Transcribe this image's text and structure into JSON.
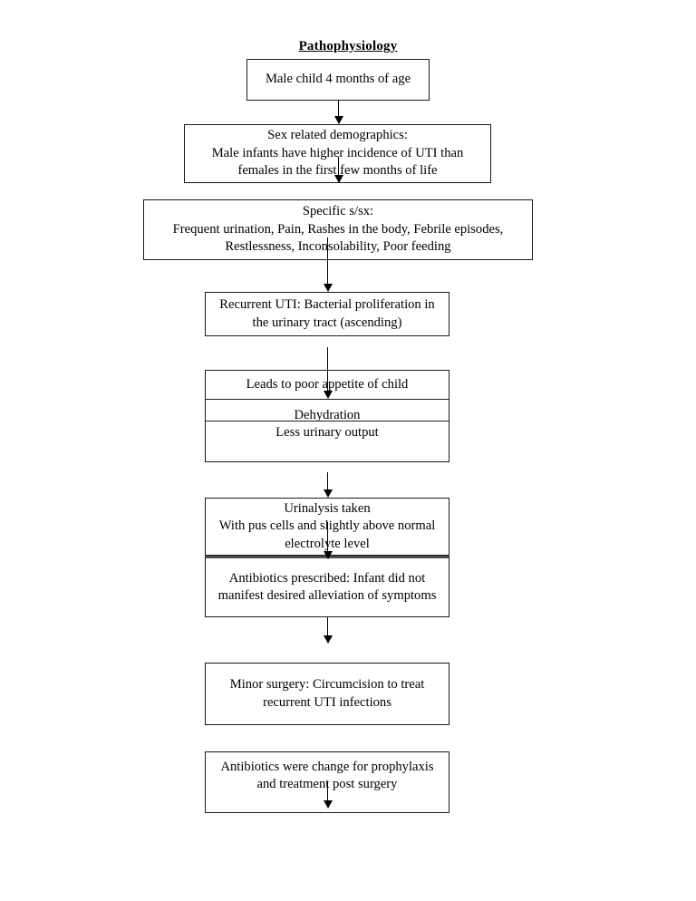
{
  "title": "Pathophysiology",
  "diagram": {
    "type": "flowchart",
    "orientation": "top-to-bottom",
    "nodes": [
      {
        "id": "node-patient",
        "name": "node-male-child",
        "text": "Male child 4 months of age"
      },
      {
        "id": "node-demographics",
        "name": "node-sex-related-demographics",
        "text": "Sex related demographics:\nMale infants have higher incidence of UTI than\nfemales in the first few months of life"
      },
      {
        "id": "node-signs-symptoms",
        "name": "node-specific-signs-symptoms",
        "text": "Specific s/sx:\nFrequent urination, Pain, Rashes in the body, Febrile episodes,\nRestlessness, Inconsolability, Poor feeding"
      },
      {
        "id": "node-recurrent-uti",
        "name": "node-recurrent-uti",
        "text": "Recurrent UTI: Bacterial proliferation in\nthe urinary tract (ascending)"
      },
      {
        "id": "node-poor-appetite",
        "name": "node-poor-appetite",
        "text": "Leads to poor appetite of child"
      },
      {
        "id": "node-dehydration",
        "name": "node-dehydration",
        "text": "Dehydration"
      },
      {
        "id": "node-less-urinary-output",
        "name": "node-less-urinary-output",
        "text": "Less urinary output"
      },
      {
        "id": "node-urinalysis",
        "name": "node-urinalysis",
        "text": "Urinalysis taken\nWith pus cells and slightly above normal\nelectrolyte level"
      },
      {
        "id": "node-antibiotics-prescribed",
        "name": "node-antibiotics-prescribed",
        "text": "Antibiotics prescribed: Infant did not\nmanifest desired alleviation of symptoms"
      },
      {
        "id": "node-minor-surgery",
        "name": "node-minor-surgery",
        "text": "Minor surgery: Circumcision to treat\nrecurrent UTI infections"
      },
      {
        "id": "node-antibiotics-prophylaxis",
        "name": "node-antibiotics-prophylaxis",
        "text": "Antibiotics were change for prophylaxis\nand treatment post surgery"
      }
    ],
    "connectors": [
      {
        "from": "node-patient",
        "to": "node-demographics"
      },
      {
        "from": "node-demographics",
        "to": "node-signs-symptoms"
      },
      {
        "from": "node-signs-symptoms",
        "to": "node-recurrent-uti"
      },
      {
        "from": "node-recurrent-uti",
        "to": "node-poor-appetite"
      },
      {
        "from": "node-less-urinary-output",
        "to": "node-urinalysis"
      },
      {
        "from": "node-urinalysis",
        "to": "node-antibiotics-prescribed"
      },
      {
        "from": "node-antibiotics-prescribed",
        "to": "node-minor-surgery"
      },
      {
        "from": "node-antibiotics-prophylaxis",
        "to": ""
      }
    ],
    "colors": {
      "border": "#1a1a1a",
      "thick_divider": "#4d4d4d",
      "arrow": "#000000",
      "background": "#ffffff",
      "text": "#000000"
    }
  }
}
